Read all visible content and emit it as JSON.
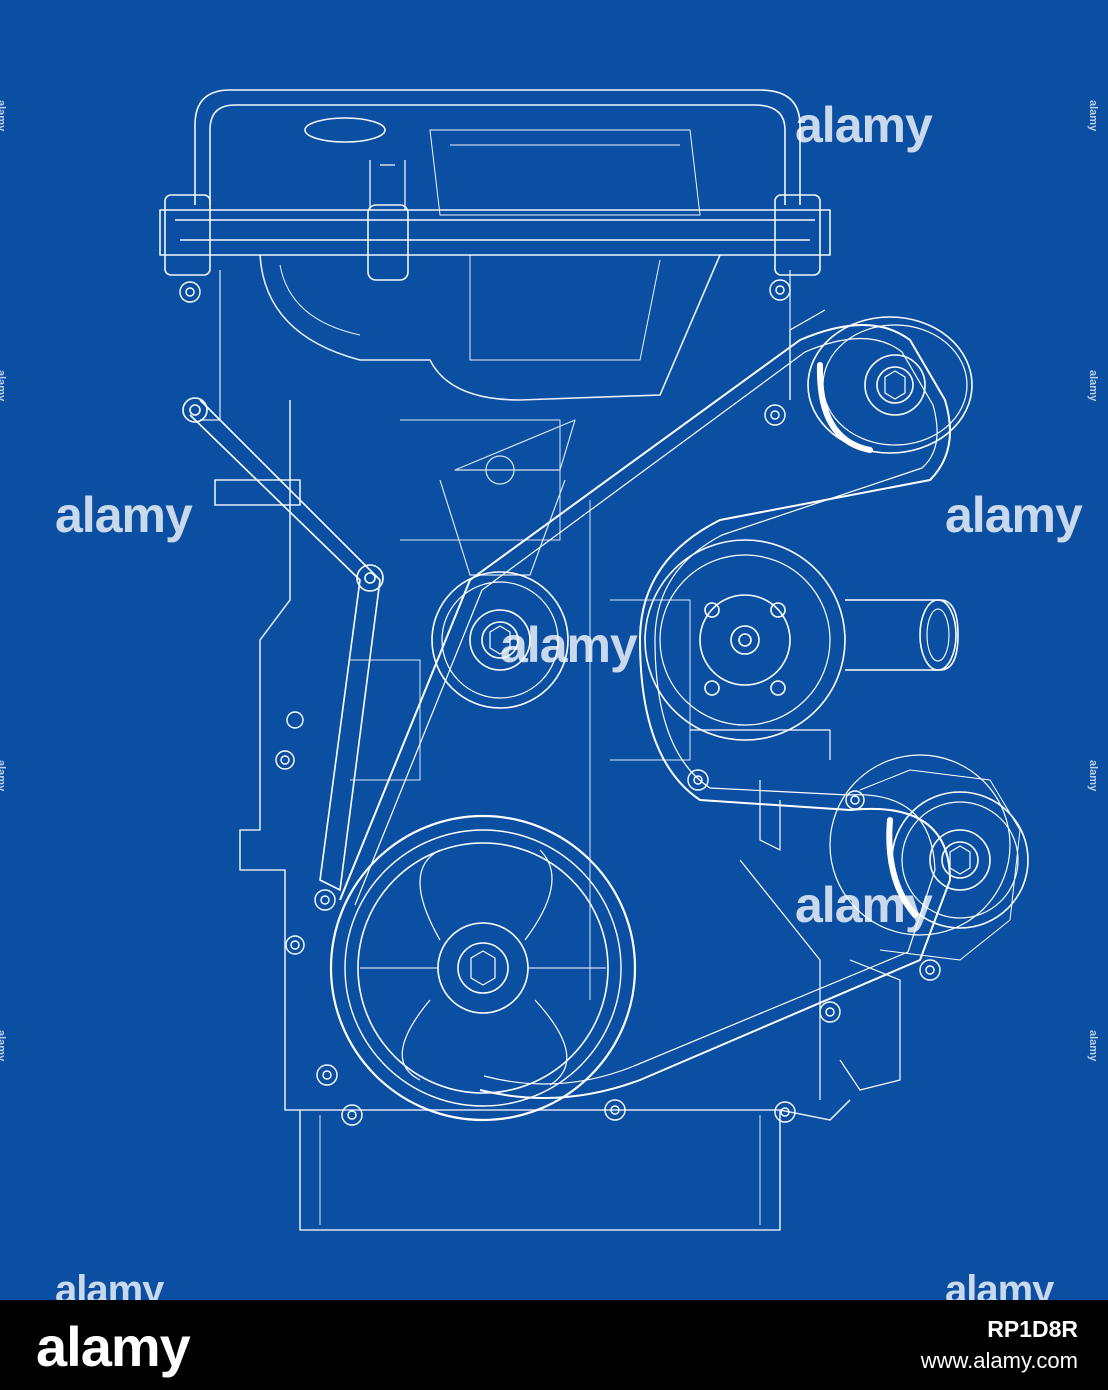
{
  "watermark": {
    "text": "alamy",
    "image_id": "RP1D8R",
    "site": "www.alamy.com"
  },
  "colors": {
    "background": "#0b4fa3",
    "linework": "#ffffff",
    "footer": "#000000"
  },
  "subject": "engine-wireframe-blueprint"
}
